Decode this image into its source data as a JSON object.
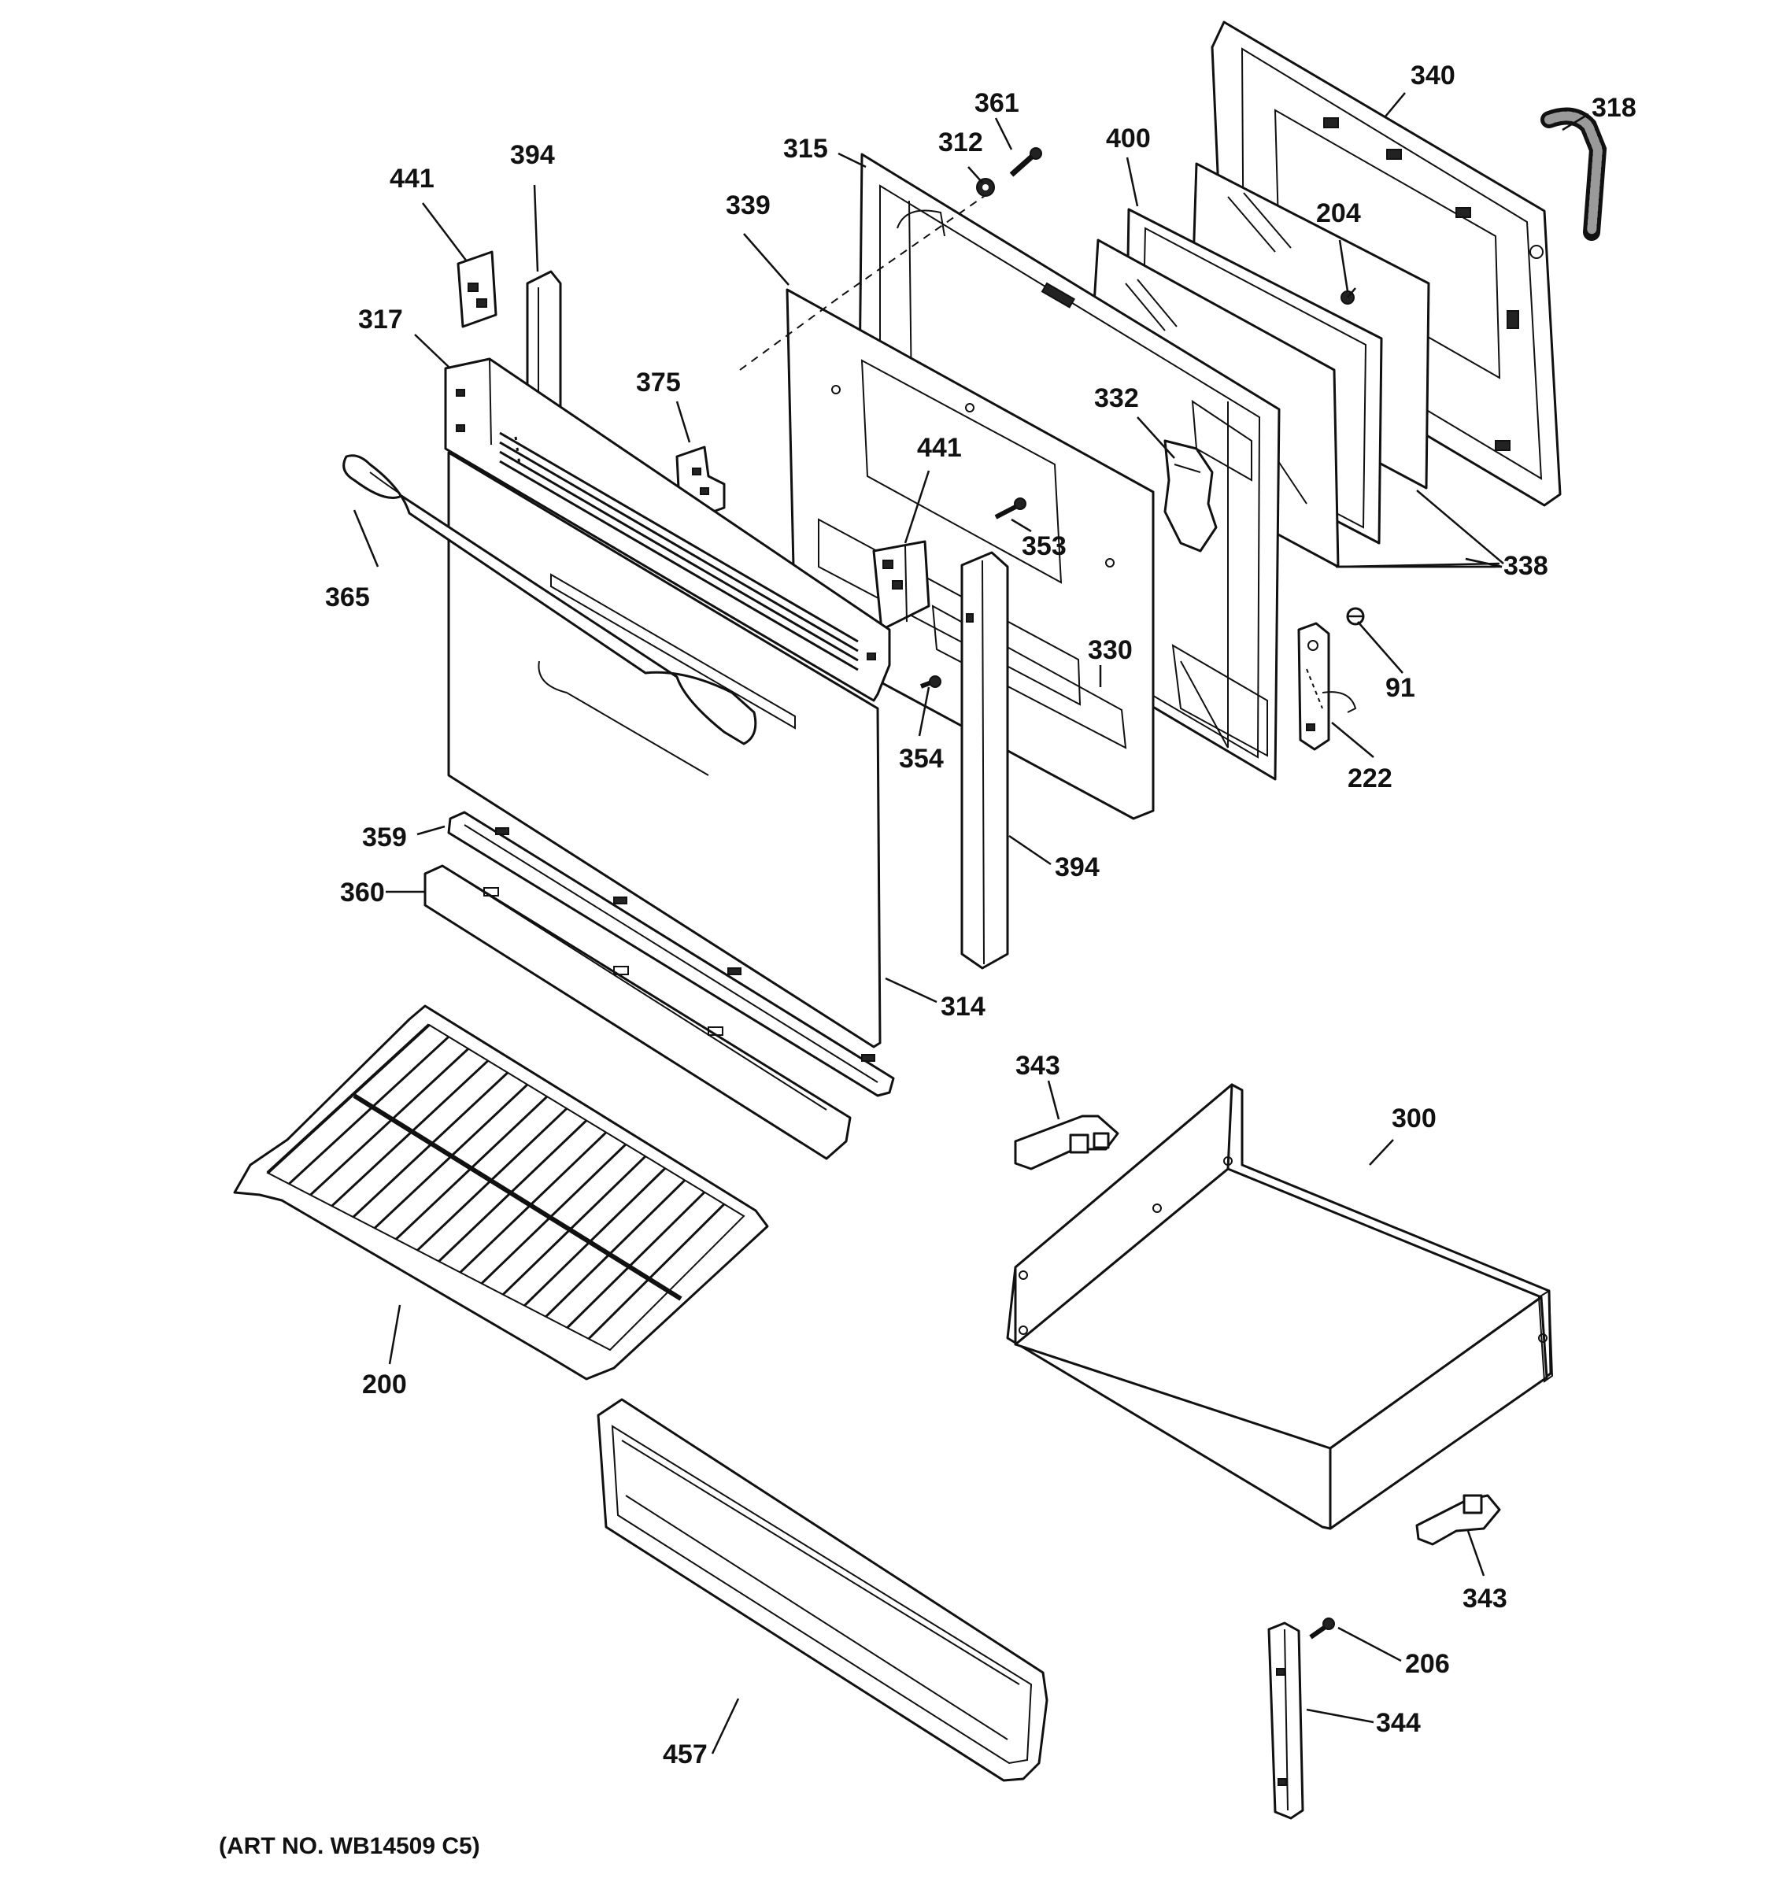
{
  "diagram": {
    "art_number": "(ART NO. WB14509 C5)",
    "labels": {
      "l340": "340",
      "l318": "318",
      "l361": "361",
      "l312": "312",
      "l315": "315",
      "l400": "400",
      "l204": "204",
      "l441a": "441",
      "l394a": "394",
      "l339": "339",
      "l317": "317",
      "l375": "375",
      "l332": "332",
      "l441b": "441",
      "l353": "353",
      "l365": "365",
      "l338": "338",
      "l330": "330",
      "l91": "91",
      "l354": "354",
      "l222": "222",
      "l359": "359",
      "l394b": "394",
      "l360": "360",
      "l314": "314",
      "l343a": "343",
      "l300": "300",
      "l200": "200",
      "l343b": "343",
      "l206": "206",
      "l344": "344",
      "l457": "457"
    }
  }
}
